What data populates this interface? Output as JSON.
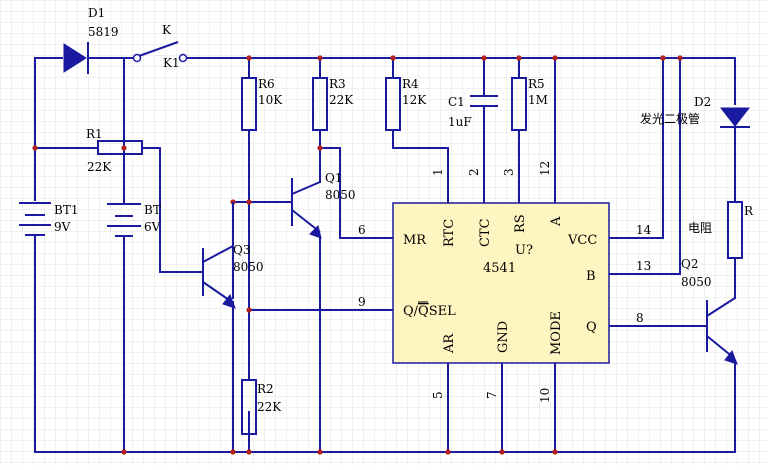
{
  "colors": {
    "wire": "#1a1aa0",
    "ic_body": "#fff5c0",
    "grid": "#e2e2e2",
    "junction": "#b32020"
  },
  "components": {
    "d1": {
      "ref": "D1",
      "value": "5819"
    },
    "k": {
      "ref": "K",
      "ref2": "K1"
    },
    "r1": {
      "ref": "R1",
      "value": "22K"
    },
    "bt1": {
      "ref": "BT1",
      "value": "9V"
    },
    "bt": {
      "ref": "BT",
      "value": "6V"
    },
    "r6": {
      "ref": "R6",
      "value": "10K"
    },
    "r3": {
      "ref": "R3",
      "value": "22K"
    },
    "r4": {
      "ref": "R4",
      "value": "12K"
    },
    "c1": {
      "ref": "C1",
      "value": "1uF"
    },
    "r5": {
      "ref": "R5",
      "value": "1M"
    },
    "d2": {
      "ref": "D2",
      "value": "发光二极管"
    },
    "r_led": {
      "ref": "R",
      "value": "电阻"
    },
    "q1": {
      "ref": "Q1",
      "value": "8050"
    },
    "q3": {
      "ref": "Q3",
      "value": "8050"
    },
    "q2": {
      "ref": "Q2",
      "value": "8050"
    },
    "r2": {
      "ref": "R2",
      "value": "22K"
    }
  },
  "ic": {
    "name": "4541",
    "ref": "U?",
    "labels": {
      "rtc": "RTC",
      "ctc": "CTC",
      "rs": "RS",
      "a": "A",
      "mr": "MR",
      "vcc": "VCC",
      "b": "B",
      "qsel_prefix": "Q/",
      "qsel_bar": "Q",
      "qsel_suffix": "SEL",
      "q": "Q",
      "ar": "AR",
      "gnd": "GND",
      "mode": "MODE"
    },
    "pins": {
      "p1": "1",
      "p2": "2",
      "p3": "3",
      "p12": "12",
      "p6": "6",
      "p9": "9",
      "p14": "14",
      "p13": "13",
      "p8": "8",
      "p5": "5",
      "p7": "7",
      "p10": "10"
    }
  }
}
